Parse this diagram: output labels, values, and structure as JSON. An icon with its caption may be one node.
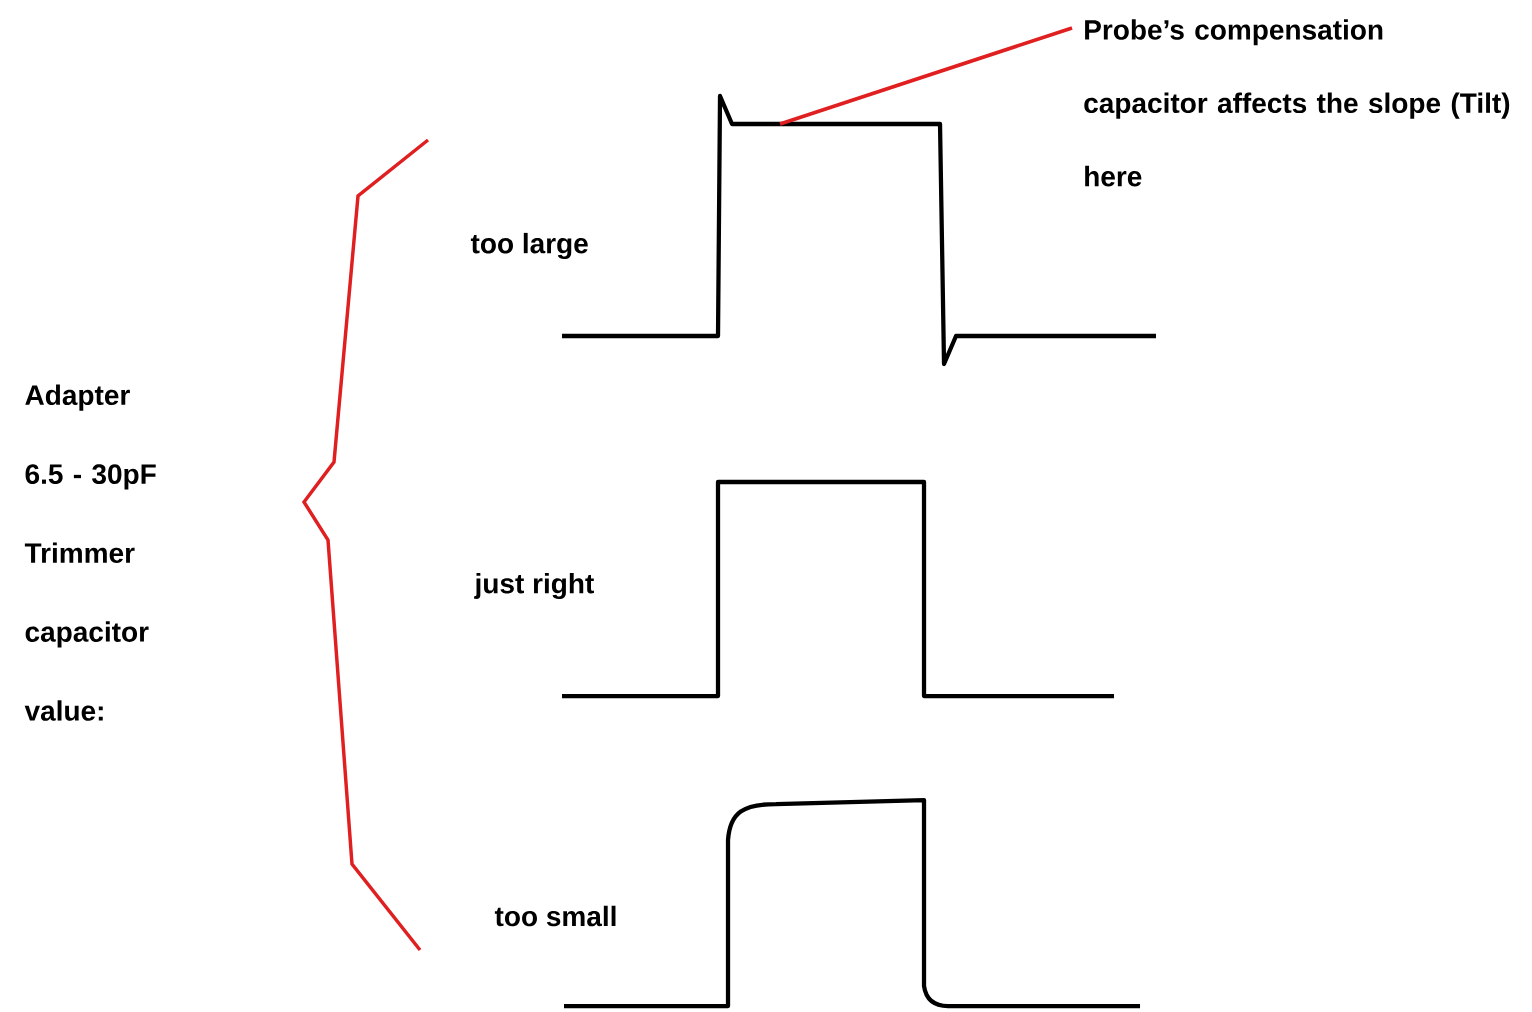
{
  "diagram": {
    "nodes": [
      {
        "text": [
          "Probe’s compensation capacitor affects the slope (Tilt) here"
        ]
      },
      {
        "text": [],
        "shape": "picture"
      }
    ],
    "edges": [
      {
        "from": 0,
        "to": 1,
        "arrow": "none",
        "color": "#e02020"
      }
    ],
    "labels": [
      "too large",
      "Adapter 6.5 - 30pF Trimmer capacitor value:",
      "just right",
      "too small"
    ]
  }
}
